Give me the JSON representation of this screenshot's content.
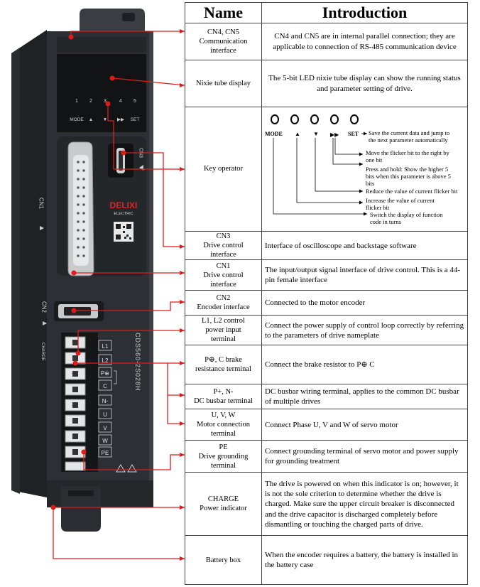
{
  "header": {
    "name": "Name",
    "introduction": "Introduction"
  },
  "rows": [
    {
      "name": [
        "CN4, CN5",
        "Communication",
        "interface"
      ],
      "intro": "CN4 and CN5 are in internal parallel connection; they are applicable to connection of RS-485 communication device"
    },
    {
      "name": [
        "Nixie tube display"
      ],
      "intro": "The 5-bit LED nixie tube display can show the running status and parameter setting of drive."
    },
    {
      "name": [
        "Key operator"
      ],
      "intro": ""
    },
    {
      "name": [
        "CN3",
        "Drive control",
        "interface"
      ],
      "intro": "Interface of oscilloscope and backstage software"
    },
    {
      "name": [
        "CN1",
        "Drive control",
        "interface"
      ],
      "intro": "The input/output signal interface of drive control. This is a 44-pin female interface"
    },
    {
      "name": [
        "CN2",
        "Encoder interface"
      ],
      "intro": "Connected to the motor encoder"
    },
    {
      "name": [
        "L1, L2 control",
        "power input",
        "terminal"
      ],
      "intro": "Connect the power supply of control loop correctly by referring to the parameters of drive nameplate"
    },
    {
      "name": [
        "P⊕, C brake",
        "resistance terminal"
      ],
      "intro": "Connect the brake resistor to P⊕ C"
    },
    {
      "name": [
        "P+, N-",
        "DC busbar terminal"
      ],
      "intro": "DC busbar wiring terminal, applies to the common DC busbar of multiple drives"
    },
    {
      "name": [
        "U, V, W",
        "Motor connection",
        "terminal"
      ],
      "intro": "Connect Phase U, V and W of servo motor"
    },
    {
      "name": [
        "PE",
        "Drive grounding",
        "terminal"
      ],
      "intro": "Connect grounding terminal of servo motor and power supply for grounding treatment"
    },
    {
      "name": [
        "CHARGE",
        "Power indicator"
      ],
      "intro": "The drive is powered on when this indicator is on; however, it is not the sole criterion to determine whether the drive is charged. Make sure the upper circuit breaker is disconnected and the drive capacitor is discharged completely before dismantling or touching the charged parts of drive."
    },
    {
      "name": [
        "Battery box"
      ],
      "intro": "When the encoder requires a battery, the battery is installed in the battery case"
    }
  ],
  "keys": {
    "labels": [
      "MODE",
      "▲",
      "▼",
      "▶▶",
      "SET"
    ],
    "set_desc": [
      "Save the current data and jump to",
      "the next parameter automatically"
    ],
    "shift_desc": [
      "Move the flicker bit to the right by",
      "one bit"
    ],
    "hold_desc": [
      "Press and hold: Show the higher 5",
      "bits when this parameter is above 5",
      "bits"
    ],
    "down_desc": [
      "Reduce the value of current flicker bit"
    ],
    "up_desc": [
      "Increase the value of current",
      "flicker bit"
    ],
    "mode_desc": [
      "Switch the display of function",
      "code in turns"
    ]
  },
  "device": {
    "brand": "DELIXI",
    "brand_sub": "ELECTRIC",
    "model": "CDS560-2S028H",
    "key_numbers": [
      "1",
      "2",
      "3",
      "4",
      "5"
    ],
    "key_labels": [
      "MODE",
      "▲",
      "▼",
      "▶▶",
      "SET"
    ],
    "cn1": "CN1",
    "cn2": "CN2",
    "cn3": "CN3",
    "charge": "CHARGE",
    "terminals": [
      "L1",
      "L2",
      "P⊕",
      "C",
      "N-",
      "U",
      "V",
      "W",
      "PE"
    ]
  },
  "colors": {
    "device_body": "#2c2f33",
    "callout": "#e01b1b",
    "brand": "#d9262b"
  }
}
